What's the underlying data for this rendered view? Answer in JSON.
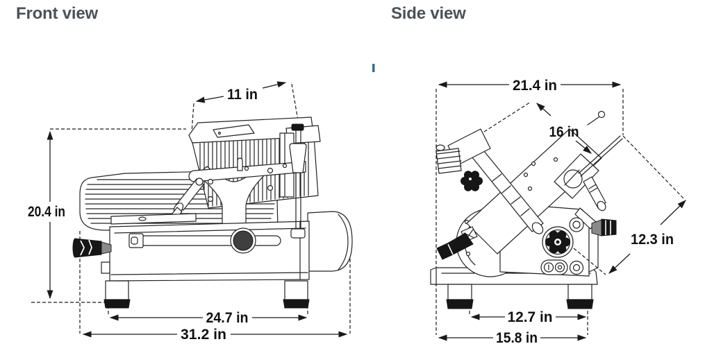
{
  "front_view": {
    "title": "Front view",
    "dimensions": {
      "tray_width": "11 in",
      "overall_height": "20.4 in",
      "foot_span": "24.7 in",
      "overall_width": "31.2 in"
    }
  },
  "side_view": {
    "title": "Side view",
    "dimensions": {
      "overall_depth": "21.4 in",
      "tray_length": "16 in",
      "diagonal_height": "12.3 in",
      "foot_span": "12.7 in",
      "base_depth": "15.8 in"
    }
  },
  "colors": {
    "title_text": "#4a5258",
    "drawing_line": "#222222",
    "dimension_line": "#1a1a1a",
    "background": "#ffffff",
    "accent_mark": "#34718f"
  }
}
